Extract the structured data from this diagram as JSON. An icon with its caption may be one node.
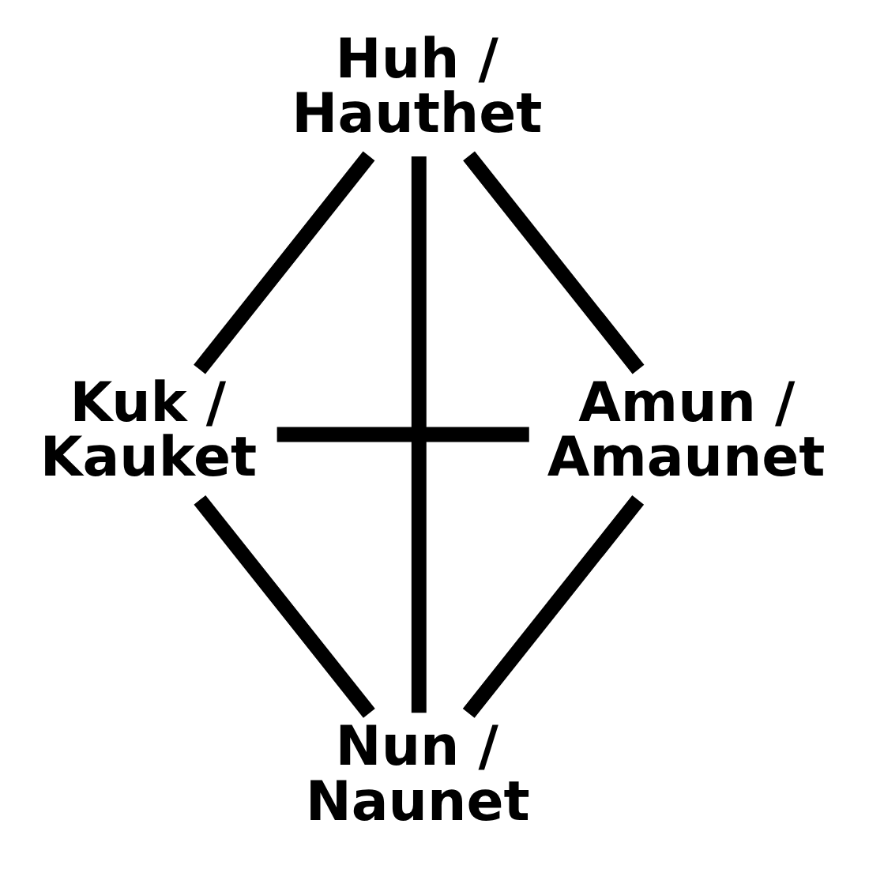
{
  "diagram": {
    "nodes": [
      {
        "text": [
          "Huh / Hauthet"
        ]
      },
      {
        "text": [
          "Kuk / Kauket"
        ]
      },
      {
        "text": [
          "Amun / Amaunet"
        ]
      },
      {
        "text": [
          "Nun / Naunet"
        ]
      }
    ],
    "edges": [
      {
        "from": 0,
        "to": 2,
        "arrow": "none"
      },
      {
        "from": 2,
        "to": 3,
        "arrow": "none"
      },
      {
        "from": 3,
        "to": 1,
        "arrow": "none"
      },
      {
        "from": 1,
        "to": 0,
        "arrow": "none"
      },
      {
        "from": 0,
        "to": 3,
        "arrow": "none"
      },
      {
        "from": 1,
        "to": 2,
        "arrow": "none"
      }
    ]
  }
}
